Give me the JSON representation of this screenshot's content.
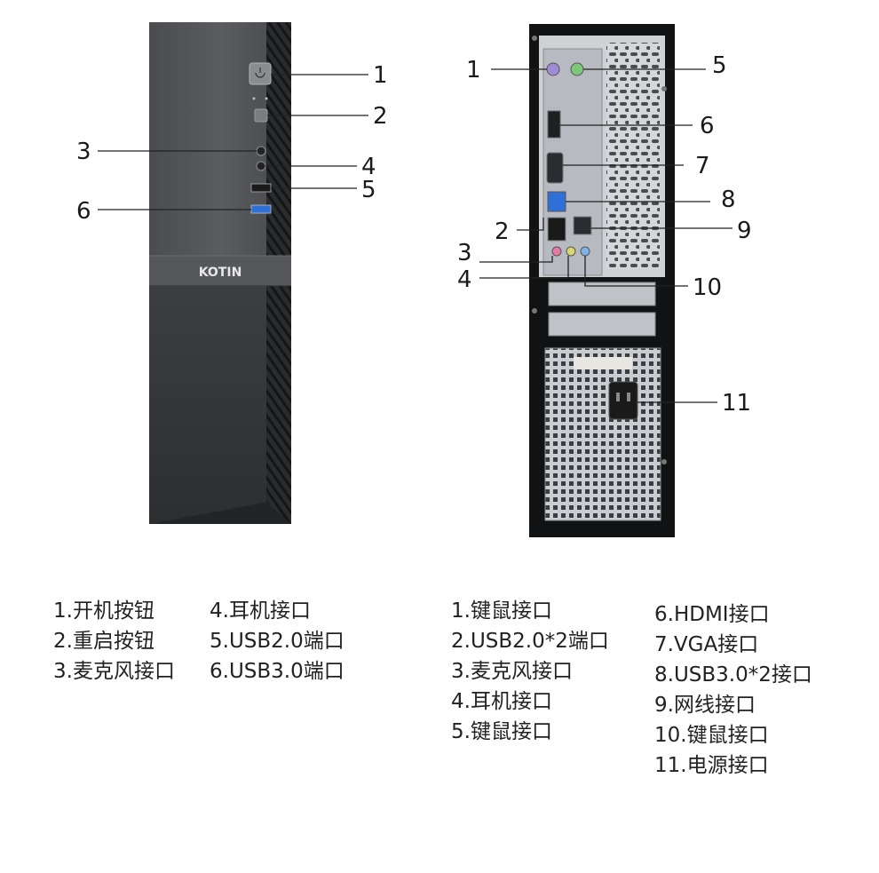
{
  "front": {
    "brand": "KOTIN",
    "callouts": [
      "1",
      "2",
      "3",
      "4",
      "5",
      "6"
    ],
    "legend_col1": [
      "1.开机按钮",
      "2.重启按钮",
      "3.麦克风接口"
    ],
    "legend_col2": [
      "4.耳机接口",
      "5.USB2.0端口",
      "6.USB3.0端口"
    ]
  },
  "back": {
    "callouts": [
      "1",
      "2",
      "3",
      "4",
      "5",
      "6",
      "7",
      "8",
      "9",
      "10",
      "11"
    ],
    "legend_col1": [
      "1.键鼠接口",
      "2.USB2.0*2端口",
      "3.麦克风接口",
      "4.耳机接口",
      "5.键鼠接口"
    ],
    "legend_col2": [
      "6.HDMI接口",
      "7.VGA接口",
      "8.USB3.0*2接口",
      "9.网线接口",
      "10.键鼠接口",
      "11.电源接口"
    ]
  }
}
